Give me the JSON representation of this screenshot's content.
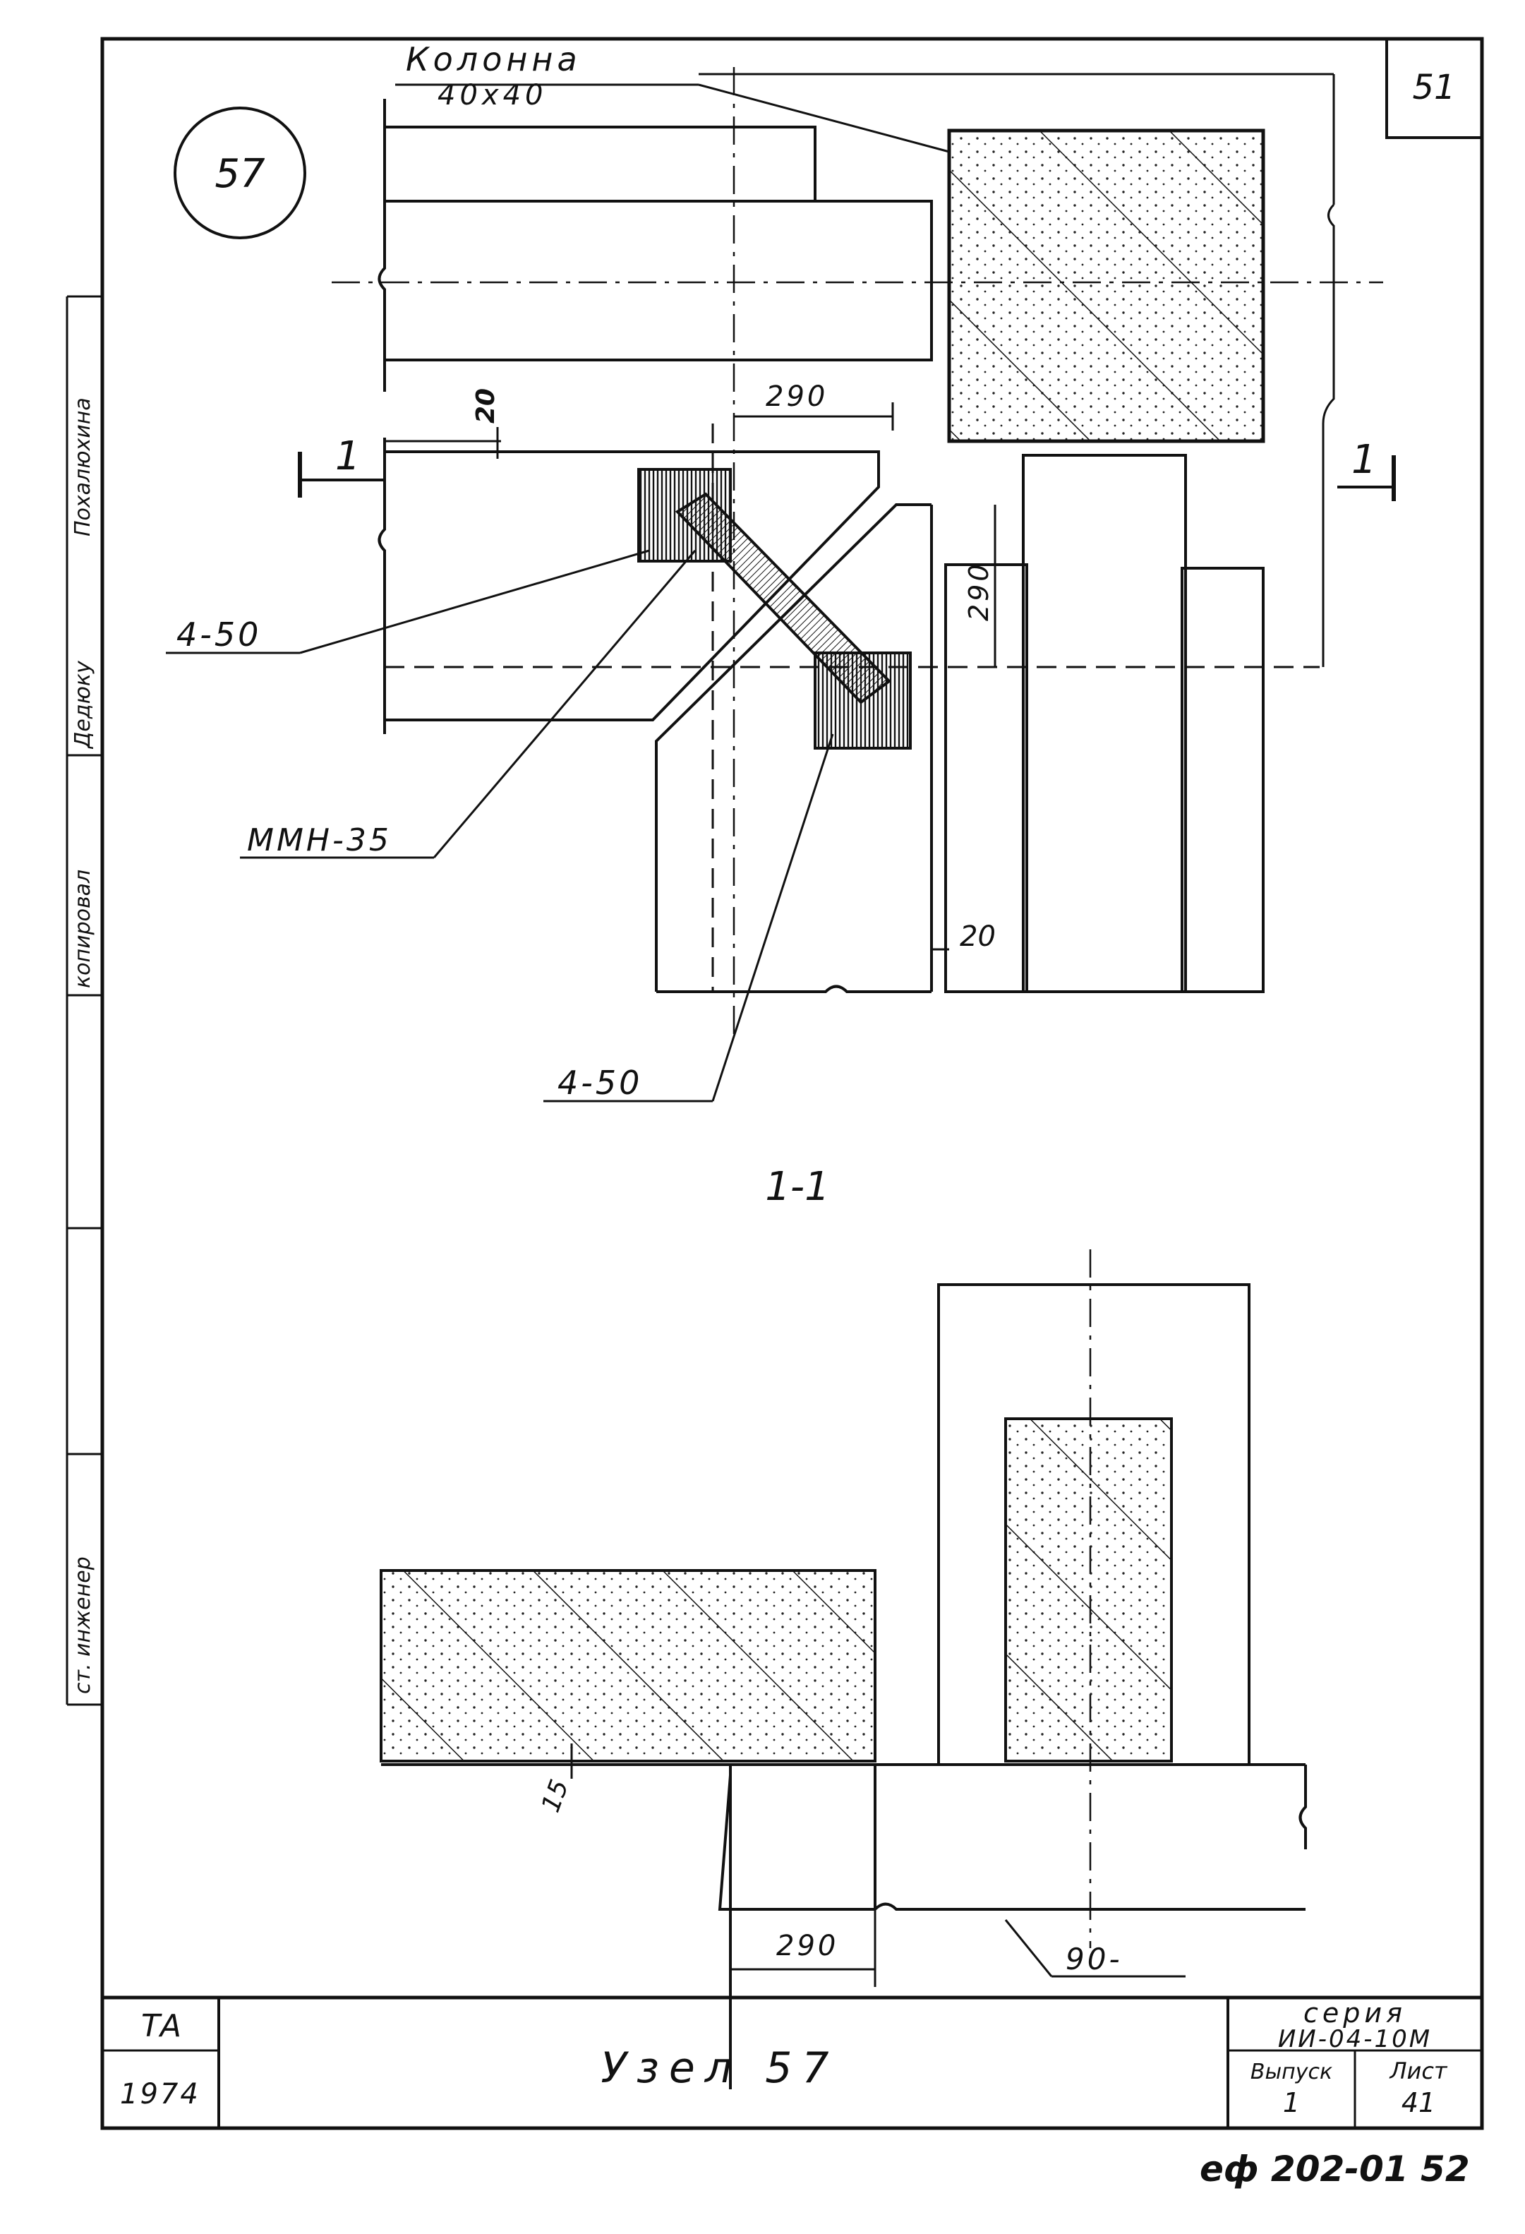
{
  "sheet_number": "51",
  "node_circle": "57",
  "column_label_line1": "Колонна",
  "column_label_line2": "40х40",
  "section_mark_left": "1",
  "section_mark_right": "1",
  "dims": {
    "d20_top": "20",
    "d290_top": "290",
    "d290_vertical": "290",
    "d20_bottom": "20",
    "d15": "15",
    "d290_bottom": "290",
    "d90": "90-"
  },
  "callouts": {
    "plate_upper": "4-50",
    "mmn": "ММН-35",
    "plate_lower": "4-50"
  },
  "section_title": "1-1",
  "side_stamp": {
    "role_1": "ст. инженер",
    "role_2": "копировал",
    "signature": "Дедюку",
    "name": "Похалюхина"
  },
  "title_block": {
    "org": "ТА",
    "year": "1974",
    "title": "Узел 57",
    "series_label": "серия",
    "series_value": "ИИ-04-10М",
    "issue_label": "Выпуск",
    "issue_value": "1",
    "sheet_label": "Лист",
    "sheet_value": "41"
  },
  "doc_code": "еф 202-01 52"
}
